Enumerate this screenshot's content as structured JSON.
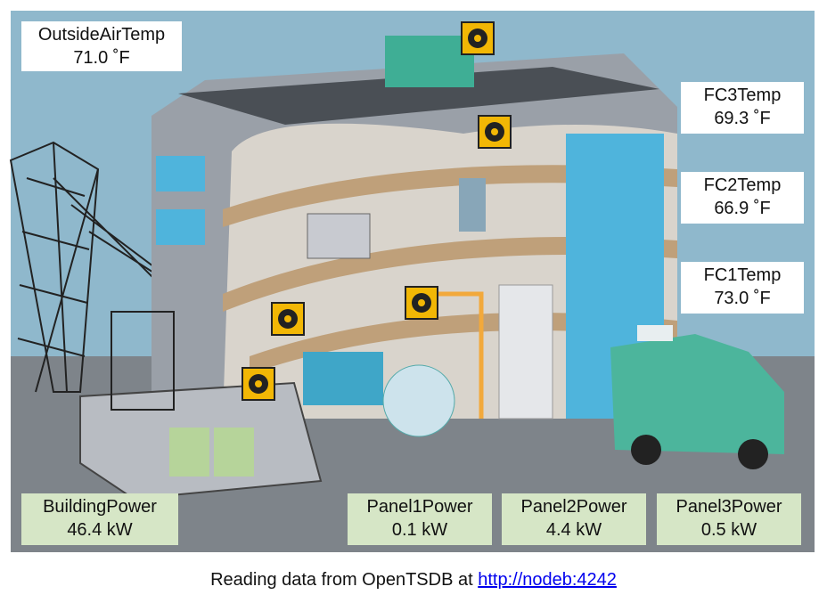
{
  "sensors": {
    "outside_air": {
      "title": "OutsideAirTemp",
      "value": "71.0 ˚F"
    },
    "fc3": {
      "title": "FC3Temp",
      "value": "69.3 ˚F"
    },
    "fc2": {
      "title": "FC2Temp",
      "value": "66.9 ˚F"
    },
    "fc1": {
      "title": "FC1Temp",
      "value": "73.0 ˚F"
    },
    "building_power": {
      "title": "BuildingPower",
      "value": "46.4 kW"
    },
    "panel1": {
      "title": "Panel1Power",
      "value": "0.1 kW"
    },
    "panel2": {
      "title": "Panel2Power",
      "value": "4.4 kW"
    },
    "panel3": {
      "title": "Panel3Power",
      "value": "0.5 kW"
    }
  },
  "footer": {
    "prefix": "Reading data from OpenTSDB at ",
    "link_text": "http://nodeb:4242"
  },
  "colors": {
    "sky": "#8fb8cc",
    "building": "#9aa0a8",
    "floor": "#bfa07a",
    "glass": "#4fb4dc",
    "van": "#4cb59c",
    "ground": "#777c82",
    "label_green": "#d6e6c6",
    "meter_icon": "#f2b705"
  },
  "icons": [
    "fan-sensor-icon",
    "transmission-tower",
    "building-cutaway",
    "van",
    "transformer-fence"
  ]
}
